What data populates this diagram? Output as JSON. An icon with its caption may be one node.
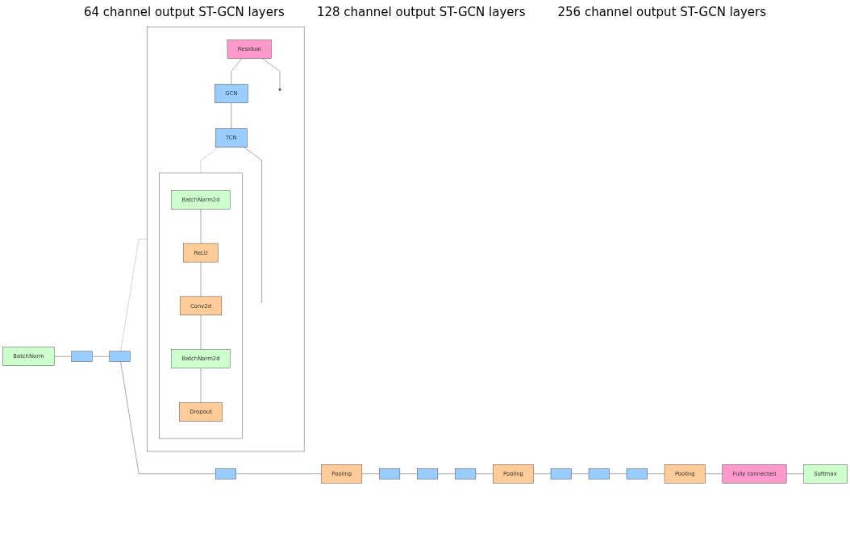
{
  "diagram": {
    "nodes": [
      {
        "text": [
          "BatchNorm"
        ]
      },
      {
        "text": [],
        "shape": "box"
      },
      {
        "text": [],
        "shape": "box"
      },
      {
        "text": [],
        "shape": "box"
      },
      {
        "text": [
          "Pooling"
        ]
      },
      {
        "text": [],
        "shape": "box"
      },
      {
        "text": [],
        "shape": "box"
      },
      {
        "text": [],
        "shape": "box"
      },
      {
        "text": [
          "Pooling"
        ]
      },
      {
        "text": [],
        "shape": "box"
      },
      {
        "text": [],
        "shape": "box"
      },
      {
        "text": [],
        "shape": "box"
      },
      {
        "text": [
          "Pooling"
        ]
      },
      {
        "text": [
          "Fully connected"
        ]
      },
      {
        "text": [
          "Softmax"
        ]
      },
      {
        "text": [],
        "shape": "box"
      },
      {
        "text": [
          "Residual"
        ],
        "in": 15
      },
      {
        "text": [
          "GCN"
        ],
        "in": 15
      },
      {
        "text": [
          "TCN"
        ],
        "in": 15
      },
      {
        "text": [],
        "shape": "box",
        "in": 15
      },
      {
        "text": [
          "BatchNorm2d"
        ],
        "in": 19
      },
      {
        "text": [
          "ReLU"
        ],
        "in": 19
      },
      {
        "text": [
          "Conv2d"
        ],
        "in": 19
      },
      {
        "text": [
          "BatchNorm2d"
        ],
        "in": 19
      },
      {
        "text": [
          "Dropout"
        ],
        "in": 19
      }
    ],
    "edges": [
      {
        "from": 0,
        "to": 1,
        "arrow": "none"
      },
      {
        "from": 1,
        "to": 2,
        "arrow": "none"
      },
      {
        "from": 2,
        "to": 3,
        "arrow": "none"
      },
      {
        "from": 3,
        "to": 4,
        "arrow": "none"
      },
      {
        "from": 4,
        "to": 5,
        "arrow": "none"
      },
      {
        "from": 5,
        "to": 6,
        "arrow": "none"
      },
      {
        "from": 6,
        "to": 7,
        "arrow": "none"
      },
      {
        "from": 7,
        "to": 8,
        "arrow": "none"
      },
      {
        "from": 8,
        "to": 9,
        "arrow": "none"
      },
      {
        "from": 9,
        "to": 10,
        "arrow": "none"
      },
      {
        "from": 10,
        "to": 11,
        "arrow": "none"
      },
      {
        "from": 11,
        "to": 12,
        "arrow": "none"
      },
      {
        "from": 12,
        "to": 13,
        "arrow": "none"
      },
      {
        "from": 13,
        "to": 14,
        "arrow": "none"
      },
      {
        "from": 2,
        "to": 15,
        "arrow": "none",
        "style": "dashed"
      },
      {
        "from": 16,
        "to": 17,
        "arrow": "none"
      },
      {
        "from": 17,
        "to": 18,
        "arrow": "none"
      },
      {
        "from": 18,
        "to": null,
        "arrow": "none"
      },
      {
        "from": 16,
        "to": null,
        "arrow": "to"
      },
      {
        "from": 18,
        "to": 19,
        "arrow": "none",
        "style": "dashed"
      },
      {
        "from": 20,
        "to": 21,
        "arrow": "none"
      },
      {
        "from": 21,
        "to": 22,
        "arrow": "none"
      },
      {
        "from": 22,
        "to": 23,
        "arrow": "none"
      },
      {
        "from": 23,
        "to": 24,
        "arrow": "none"
      }
    ],
    "labels": [
      "64 channel output ST-GCN layers",
      "128 channel output ST-GCN layers",
      "256 channel output ST-GCN layers"
    ]
  }
}
